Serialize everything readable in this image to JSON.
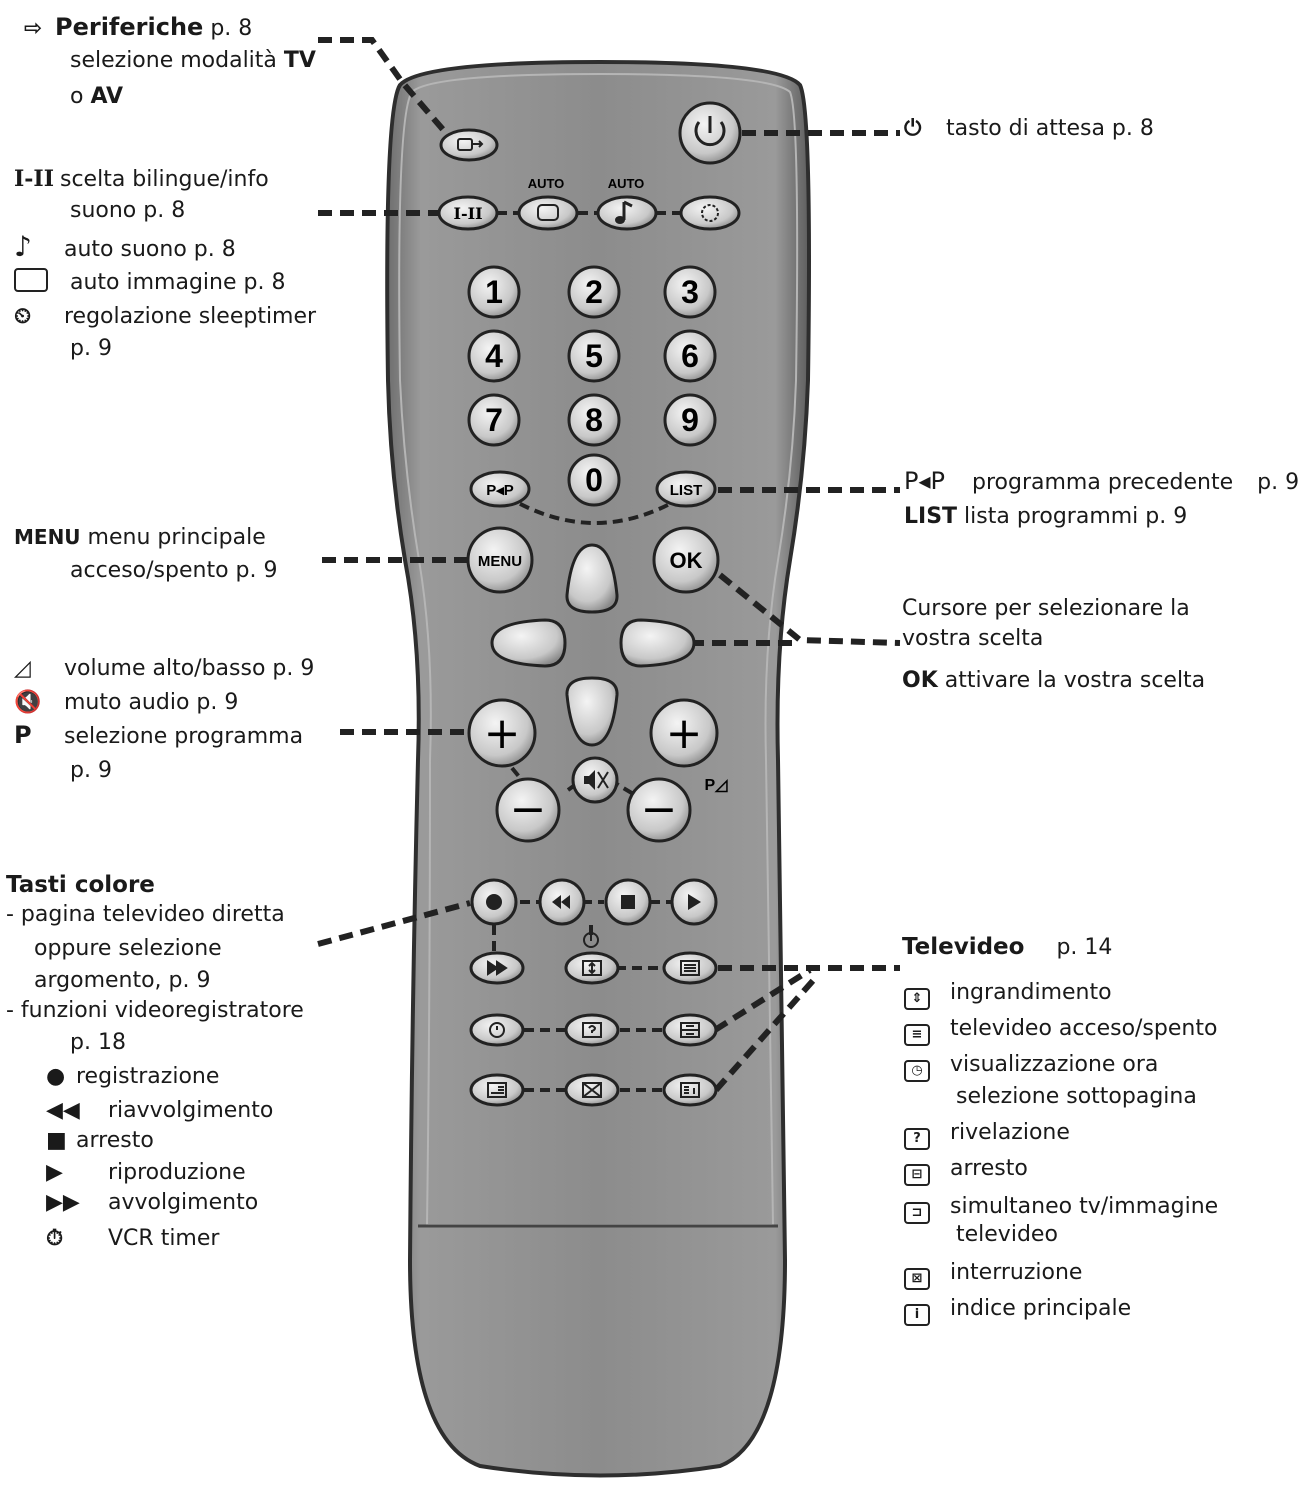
{
  "left": {
    "periferiche": {
      "title": "Periferiche",
      "page": "p. 8",
      "line2_pre": "selezione modalità ",
      "line2_bold": "TV",
      "line3_pre": "o ",
      "line3_bold": "AV"
    },
    "bilingue": {
      "icon": "I-II",
      "line1": "scelta bilingue/info",
      "line2": "suono p. 8"
    },
    "auto_suono": {
      "icon": "♪",
      "label": "auto suono p. 8"
    },
    "auto_immagine": {
      "label": "auto immagine p. 8"
    },
    "sleeptimer": {
      "label1": "regolazione sleeptimer",
      "label2": "p. 9"
    },
    "menu": {
      "bold": "MENU",
      "label1": " menu principale",
      "label2": "acceso/spento p. 9"
    },
    "volume": {
      "label": "volume alto/basso p. 9"
    },
    "muto": {
      "label": "muto audio p. 9"
    },
    "programma": {
      "icon": "P",
      "label1": "selezione programma",
      "label2": "p. 9"
    },
    "colore": {
      "title": "Tasti colore",
      "l1": "- pagina televideo diretta",
      "l2": "oppure selezione",
      "l3": "argomento, p. 9",
      "l4": "- funzioni videoregistratore",
      "l5": "p. 18",
      "items": [
        "registrazione",
        "riavvolgimento",
        "arresto",
        "riproduzione",
        "avvolgimento",
        "VCR timer"
      ]
    }
  },
  "right": {
    "attesa": {
      "label": "tasto di attesa p. 8"
    },
    "pp": {
      "icon": "P◂P",
      "label": "programma precedente",
      "page": "p. 9"
    },
    "list": {
      "bold": "LIST",
      "label": " lista programmi p. 9"
    },
    "cursore": {
      "l1": "Cursore per selezionare la",
      "l2": "vostra scelta"
    },
    "ok": {
      "bold": "OK",
      "label": " attivare la vostra scelta"
    },
    "televideo": {
      "title": "Televideo",
      "page": "p. 14",
      "items": [
        "ingrandimento",
        "televideo acceso/spento",
        "visualizzazione ora",
        "selezione sottopagina",
        "rivelazione",
        "arresto",
        "simultaneo tv/immagine",
        "televideo",
        "interruzione",
        "indice principale"
      ]
    }
  },
  "remote": {
    "auto1": "AUTO",
    "auto2": "AUTO",
    "bilingue_btn": "I-II",
    "numbers": [
      "1",
      "2",
      "3",
      "4",
      "5",
      "6",
      "7",
      "8",
      "9",
      "0"
    ],
    "pp_btn": "P◂P",
    "list_btn": "LIST",
    "menu_btn": "MENU",
    "ok_btn": "OK",
    "plus": "+",
    "minus": "−",
    "p_vol": "P◿"
  },
  "colors": {
    "body": "#8a8a8a",
    "body_edge": "#3a3a3a",
    "button": "#d9d9d9",
    "leader": "#222222"
  }
}
